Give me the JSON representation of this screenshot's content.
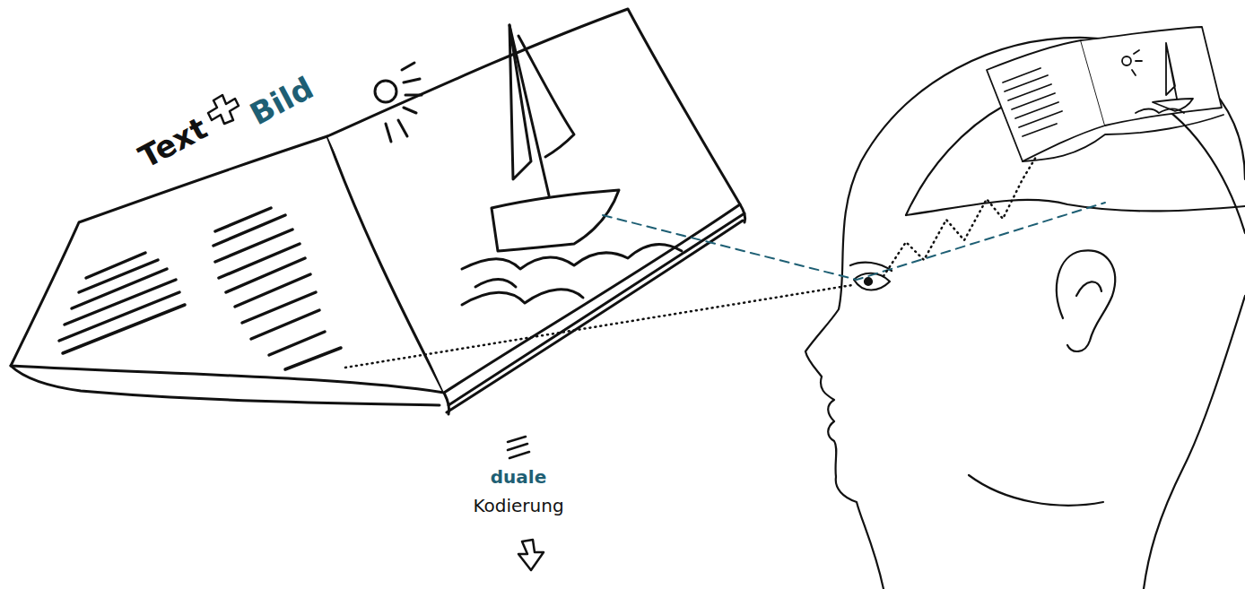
{
  "diagram": {
    "labels": [
      "Text",
      "Bild",
      "duale",
      "Kodierung"
    ]
  }
}
